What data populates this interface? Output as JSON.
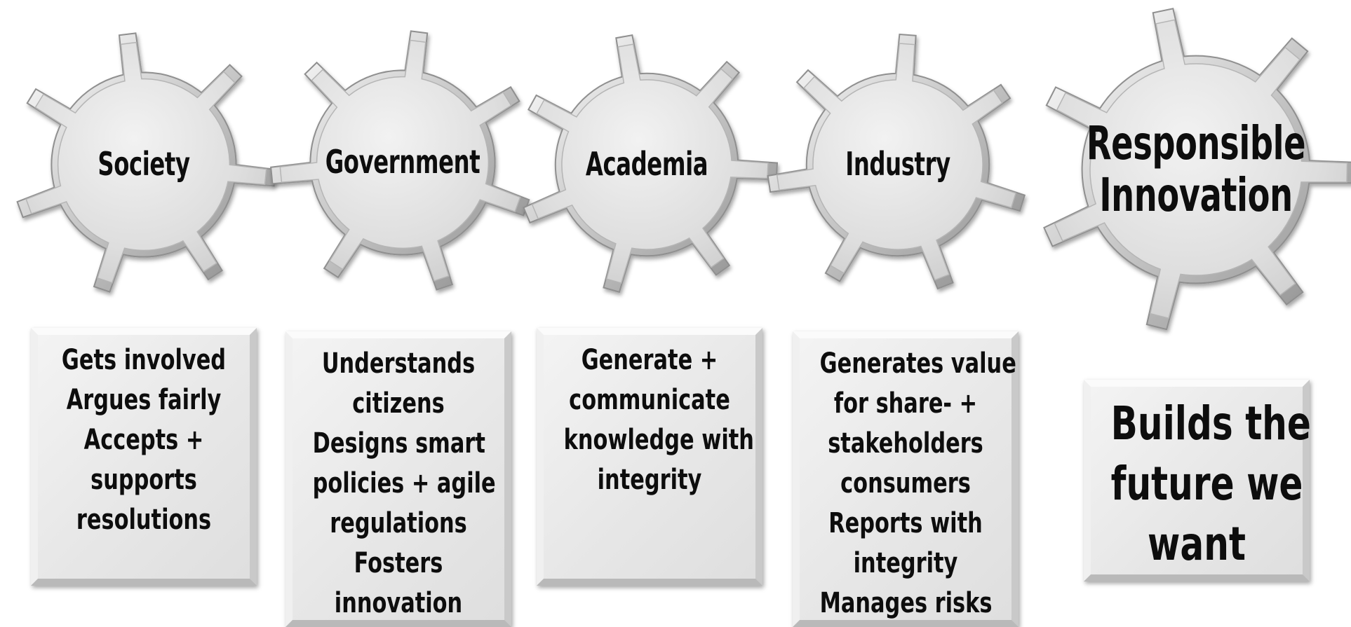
{
  "gears": [
    {
      "id": "society",
      "label": [
        "Society"
      ]
    },
    {
      "id": "government",
      "label": [
        "Government"
      ]
    },
    {
      "id": "academia",
      "label": [
        "Academia"
      ]
    },
    {
      "id": "industry",
      "label": [
        "Industry"
      ]
    },
    {
      "id": "responsible-innovation",
      "label": [
        "Responsible",
        "Innovation"
      ]
    }
  ],
  "cards": [
    {
      "id": "society",
      "lines": [
        "Gets involved",
        "Argues fairly",
        "Accepts +",
        "supports",
        "resolutions"
      ]
    },
    {
      "id": "government",
      "lines": [
        "Understands",
        "citizens",
        "Designs smart",
        "policies + agile",
        "regulations",
        "Fosters",
        "innovation"
      ]
    },
    {
      "id": "academia",
      "lines": [
        "Generate  +",
        "communicate",
        "knowledge with",
        "integrity"
      ]
    },
    {
      "id": "industry",
      "lines": [
        "Generates value",
        "for share- +",
        "stakeholders",
        "consumers",
        "Reports with",
        "integrity",
        "Manages risks"
      ]
    },
    {
      "id": "responsible-innovation",
      "lines": [
        "Builds the",
        "future we",
        "want"
      ]
    }
  ],
  "colors": {
    "gear_face": "#dcdcdc",
    "gear_rim_light": "#fafafa",
    "gear_rim_dark": "#8f8f8f",
    "text": "#0d0d0d",
    "card_face": "#e7e7e7"
  }
}
